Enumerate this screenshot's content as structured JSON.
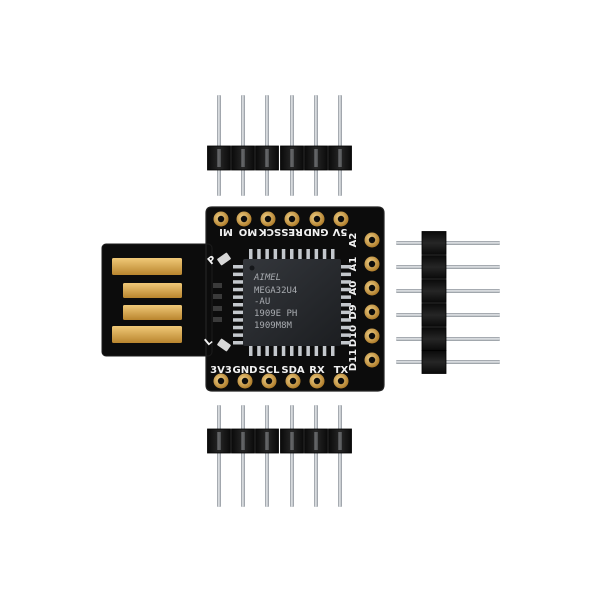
{
  "board": {
    "top_labels": [
      "MI",
      "MO",
      "SCK",
      "RES",
      "GND",
      "5V"
    ],
    "bottom_labels": [
      "3V3",
      "GND",
      "SCL",
      "SDA",
      "RX",
      "TX"
    ],
    "right_labels": [
      "A2",
      "A1",
      "A0",
      "D9",
      "D10",
      "D11"
    ],
    "led_labels": [
      "P",
      "L"
    ]
  },
  "chip": {
    "brand": "AIMEL",
    "lines": [
      "MEGA32U4",
      "-AU",
      "1909E  PH",
      "1909M8M"
    ]
  },
  "colors": {
    "pcb": "#0c0c0c",
    "gold": "#d6a54a",
    "header_plastic": "#161616",
    "pin_metal": "#b9bec4",
    "chip_body": "#26282c",
    "silkscreen": "#f2f2f2"
  },
  "icons": [
    "usb-connector-icon",
    "smd-led-icon"
  ]
}
